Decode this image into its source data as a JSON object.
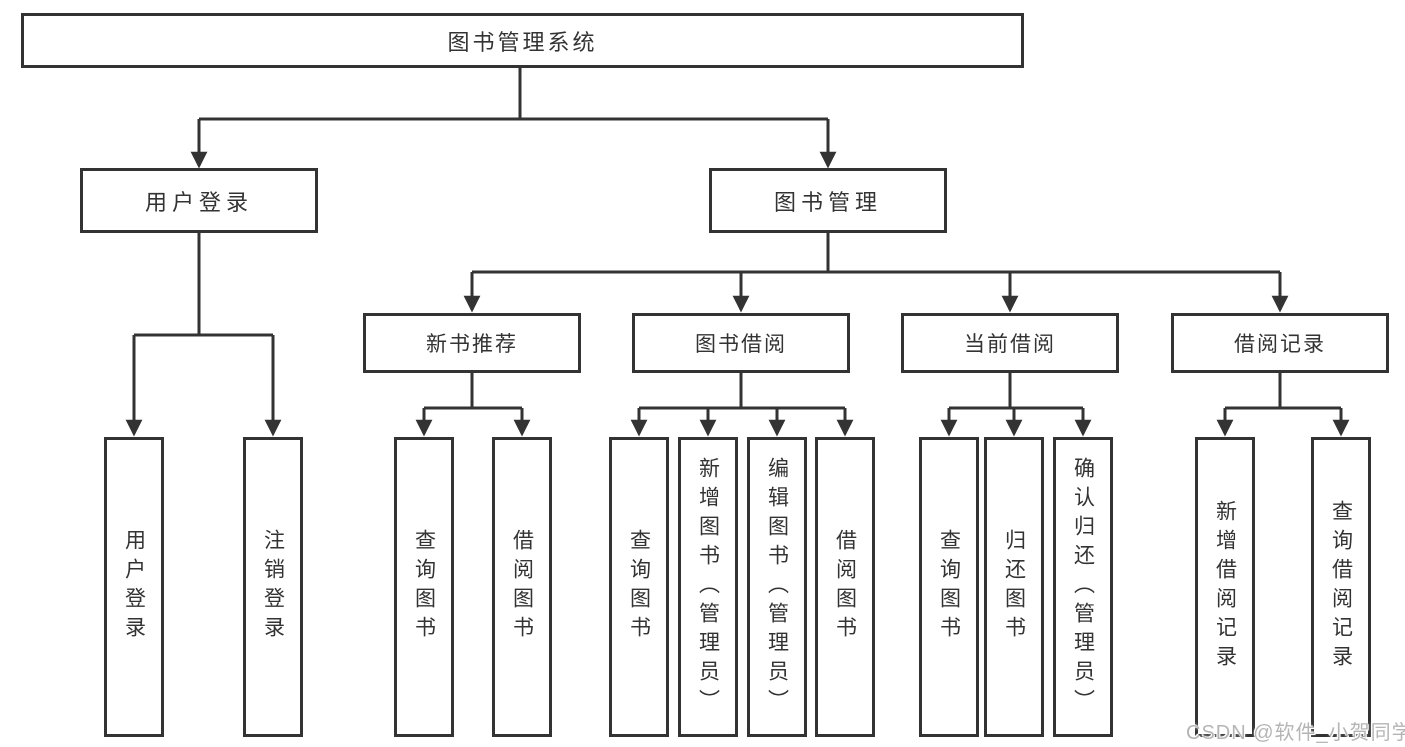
{
  "meta": {
    "background_color": "#ffffff",
    "line_color": "#333333",
    "text_color": "#333333",
    "watermark_color": "#b5b5b5"
  },
  "tree": {
    "label": "图书管理系统",
    "children": [
      {
        "label": "用户登录",
        "children": [
          {
            "label": "用户登录"
          },
          {
            "label": "注销登录"
          }
        ]
      },
      {
        "label": "图书管理",
        "children": [
          {
            "label": "新书推荐",
            "children": [
              {
                "label": "查询图书"
              },
              {
                "label": "借阅图书"
              }
            ]
          },
          {
            "label": "图书借阅",
            "children": [
              {
                "label": "查询图书"
              },
              {
                "label": "新增图书（管理员）"
              },
              {
                "label": "编辑图书（管理员）"
              },
              {
                "label": "借阅图书"
              }
            ]
          },
          {
            "label": "当前借阅",
            "children": [
              {
                "label": "查询图书"
              },
              {
                "label": "归还图书"
              },
              {
                "label": "确认归还（管理员）"
              }
            ]
          },
          {
            "label": "借阅记录",
            "children": [
              {
                "label": "新增借阅记录"
              },
              {
                "label": "查询借阅记录"
              }
            ]
          }
        ]
      }
    ]
  },
  "watermark": {
    "text": "CSDN @软件_小贺同学"
  }
}
